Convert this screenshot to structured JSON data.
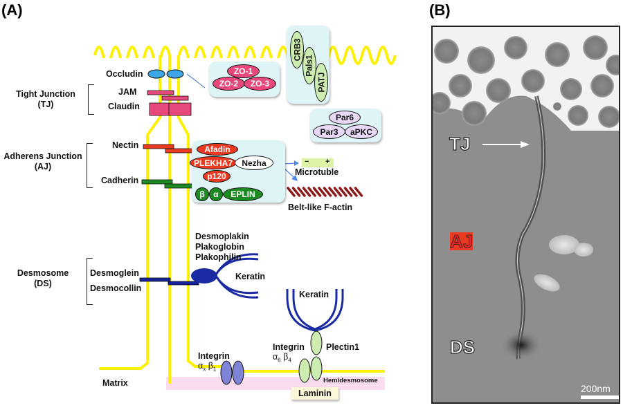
{
  "panel_a": {
    "label": "(A)",
    "groups": {
      "tight_junction": {
        "title": "Tight Junction",
        "abbr": "(TJ)"
      },
      "adherens_junction": {
        "title": "Adherens Junction",
        "abbr": "(AJ)"
      },
      "desmosome": {
        "title": "Desmosome",
        "abbr": "(DS)"
      }
    },
    "proteins": {
      "occludin": "Occludin",
      "jam": "JAM",
      "claudin": "Claudin",
      "zo1": "ZO-1",
      "zo2": "ZO-2",
      "zo3": "ZO-3",
      "crb3": "CRB3",
      "pals1": "Pals1",
      "patj": "PATJ",
      "par6": "Par6",
      "par3": "Par3",
      "apkc": "aPKC",
      "nectin": "Nectin",
      "cadherin": "Cadherin",
      "afadin": "Afadin",
      "plekha7": "PLEKHA7",
      "nezha": "Nezha",
      "p120": "p120",
      "beta_catenin": "β",
      "alpha_catenin": "α",
      "eplin": "EPLIN",
      "microtubule": "Microtuble",
      "mt_minus": "−",
      "mt_plus": "+",
      "factin": "Belt-like F-actin",
      "desmoplakin": "Desmoplakin",
      "plakoglobin": "Plakoglobin",
      "plakophilin": "Plakophilin",
      "desmoglein": "Desmoglein",
      "desmocollin": "Desmocollin",
      "keratin_ds": "Keratin",
      "keratin_hd": "Keratin",
      "integrin_x": "Integrin",
      "integrin_x_sub_a": "α",
      "integrin_x_sub_a_idx": "x",
      "integrin_x_sub_b": "β",
      "integrin_x_sub_b_idx": "1",
      "integrin_64": "Integrin",
      "integrin_64_sub_a": "α",
      "integrin_64_sub_a_idx": "6",
      "integrin_64_sub_b": "β",
      "integrin_64_sub_b_idx": "4",
      "plectin1": "Plectin1",
      "hemidesmosome": "Hemidesmosome",
      "laminin": "Laminin",
      "matrix": "Matrix"
    },
    "colors": {
      "membrane": "#ffef00",
      "tj_pink": "#e8497c",
      "occludin_blue": "#3ea6e6",
      "nectin_red": "#ea3a21",
      "cadherin_green": "#1d8a23",
      "ds_navy": "#16229a",
      "keratin_navy": "#1a2aa0",
      "integrin_purple": "#7f84d6",
      "matrix_pink": "#fadcf0",
      "complex_box": "#dff4f7",
      "factin": "#8b1a1a"
    }
  },
  "panel_b": {
    "label": "(B)",
    "annotations": {
      "tj": "TJ",
      "aj": "AJ",
      "ds": "DS"
    },
    "scale_bar": "200nm"
  }
}
